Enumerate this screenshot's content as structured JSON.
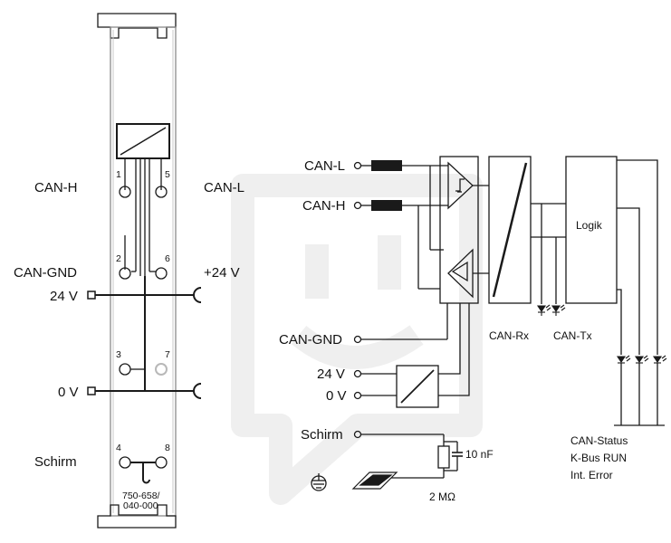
{
  "terminal": {
    "labels": {
      "can_h": "CAN-H",
      "can_l": "CAN-L",
      "can_gnd": "CAN-GND",
      "plus24v": "+24 V",
      "v24": "24 V",
      "v0": "0 V",
      "schirm": "Schirm"
    },
    "pins": [
      "1",
      "5",
      "2",
      "6",
      "3",
      "7",
      "4",
      "8"
    ],
    "part_number_line1": "750-658/",
    "part_number_line2": "040-000"
  },
  "schematic": {
    "inputs": {
      "can_l": "CAN-L",
      "can_h": "CAN-H",
      "can_gnd": "CAN-GND",
      "v24": "24 V",
      "v0": "0 V",
      "schirm": "Schirm"
    },
    "logic_label": "Logik",
    "can_rx": "CAN-Rx",
    "can_tx": "CAN-Tx",
    "capacitor": "10 nF",
    "resistor": "2 MΩ",
    "status_leds": [
      "CAN-Status",
      "K-Bus RUN",
      "Int. Error"
    ]
  },
  "colors": {
    "line": "#1a1a1a",
    "module_outline": "#8a8a8a",
    "inactive_pin": "#b8b8b8",
    "watermark": "#eeeeee"
  }
}
